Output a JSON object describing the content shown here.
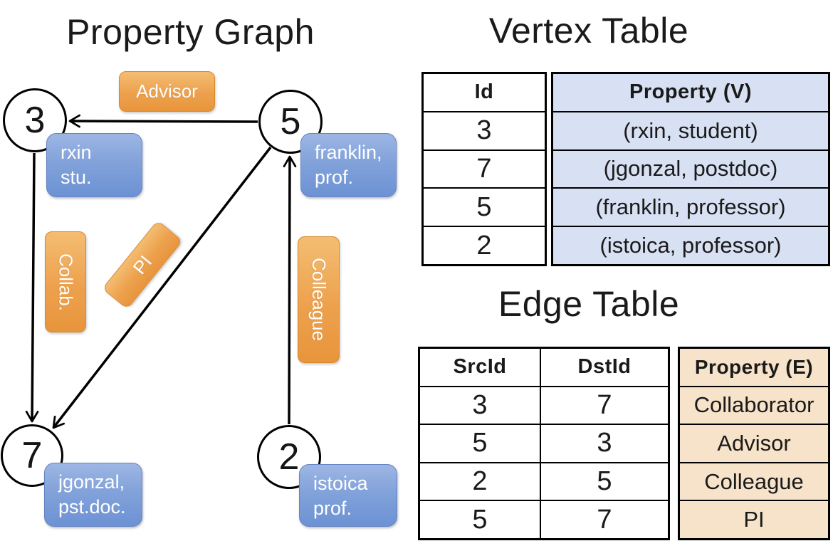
{
  "graph": {
    "title": "Property Graph",
    "nodes": [
      {
        "id": "3"
      },
      {
        "id": "5"
      },
      {
        "id": "7"
      },
      {
        "id": "2"
      }
    ],
    "property_boxes": [
      {
        "line1": "rxin",
        "line2": "stu."
      },
      {
        "line1": "franklin,",
        "line2": "prof."
      },
      {
        "line1": "jgonzal,",
        "line2": "pst.doc."
      },
      {
        "line1": "istoica",
        "line2": "prof."
      }
    ],
    "edge_labels": {
      "advisor": "Advisor",
      "collab": "Collab.",
      "pi": "PI",
      "colleague": "Colleague"
    }
  },
  "vertex_table": {
    "title": "Vertex Table",
    "id_header": "Id",
    "property_header": "Property (V)",
    "rows": [
      {
        "id": "3",
        "property": "(rxin, student)"
      },
      {
        "id": "7",
        "property": "(jgonzal, postdoc)"
      },
      {
        "id": "5",
        "property": "(franklin, professor)"
      },
      {
        "id": "2",
        "property": "(istoica, professor)"
      }
    ]
  },
  "edge_table": {
    "title": "Edge Table",
    "src_header": "SrcId",
    "dst_header": "DstId",
    "property_header": "Property (E)",
    "rows": [
      {
        "src": "3",
        "dst": "7",
        "property": "Collaborator"
      },
      {
        "src": "5",
        "dst": "3",
        "property": "Advisor"
      },
      {
        "src": "2",
        "dst": "5",
        "property": "Colleague"
      },
      {
        "src": "5",
        "dst": "7",
        "property": "PI"
      }
    ]
  },
  "colors": {
    "edge_label_orange": "#eda14d",
    "node_property_blue": "#7b9cd8",
    "vertex_property_bg": "#d8e1f3",
    "edge_property_bg": "#f6e3c9",
    "line_black": "#000000"
  }
}
